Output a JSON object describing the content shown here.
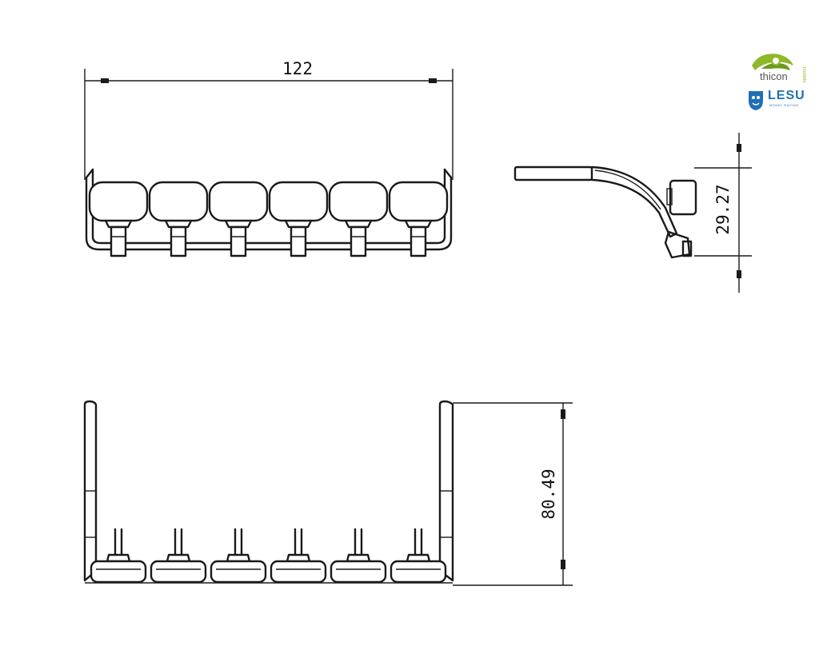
{
  "dimensions": {
    "width_label": "122",
    "side_height_label": "29.27",
    "top_depth_label": "80.49"
  },
  "logos": {
    "thicon_name": "thicon",
    "thicon_sub": "models",
    "lesu_name": "LESU",
    "lesu_sub": "MODEL RACING"
  },
  "colors": {
    "line": "#1a1a1a",
    "thicon_green": "#8fb82a",
    "lesu_blue": "#1f6fb5"
  },
  "lamp_count": 6
}
